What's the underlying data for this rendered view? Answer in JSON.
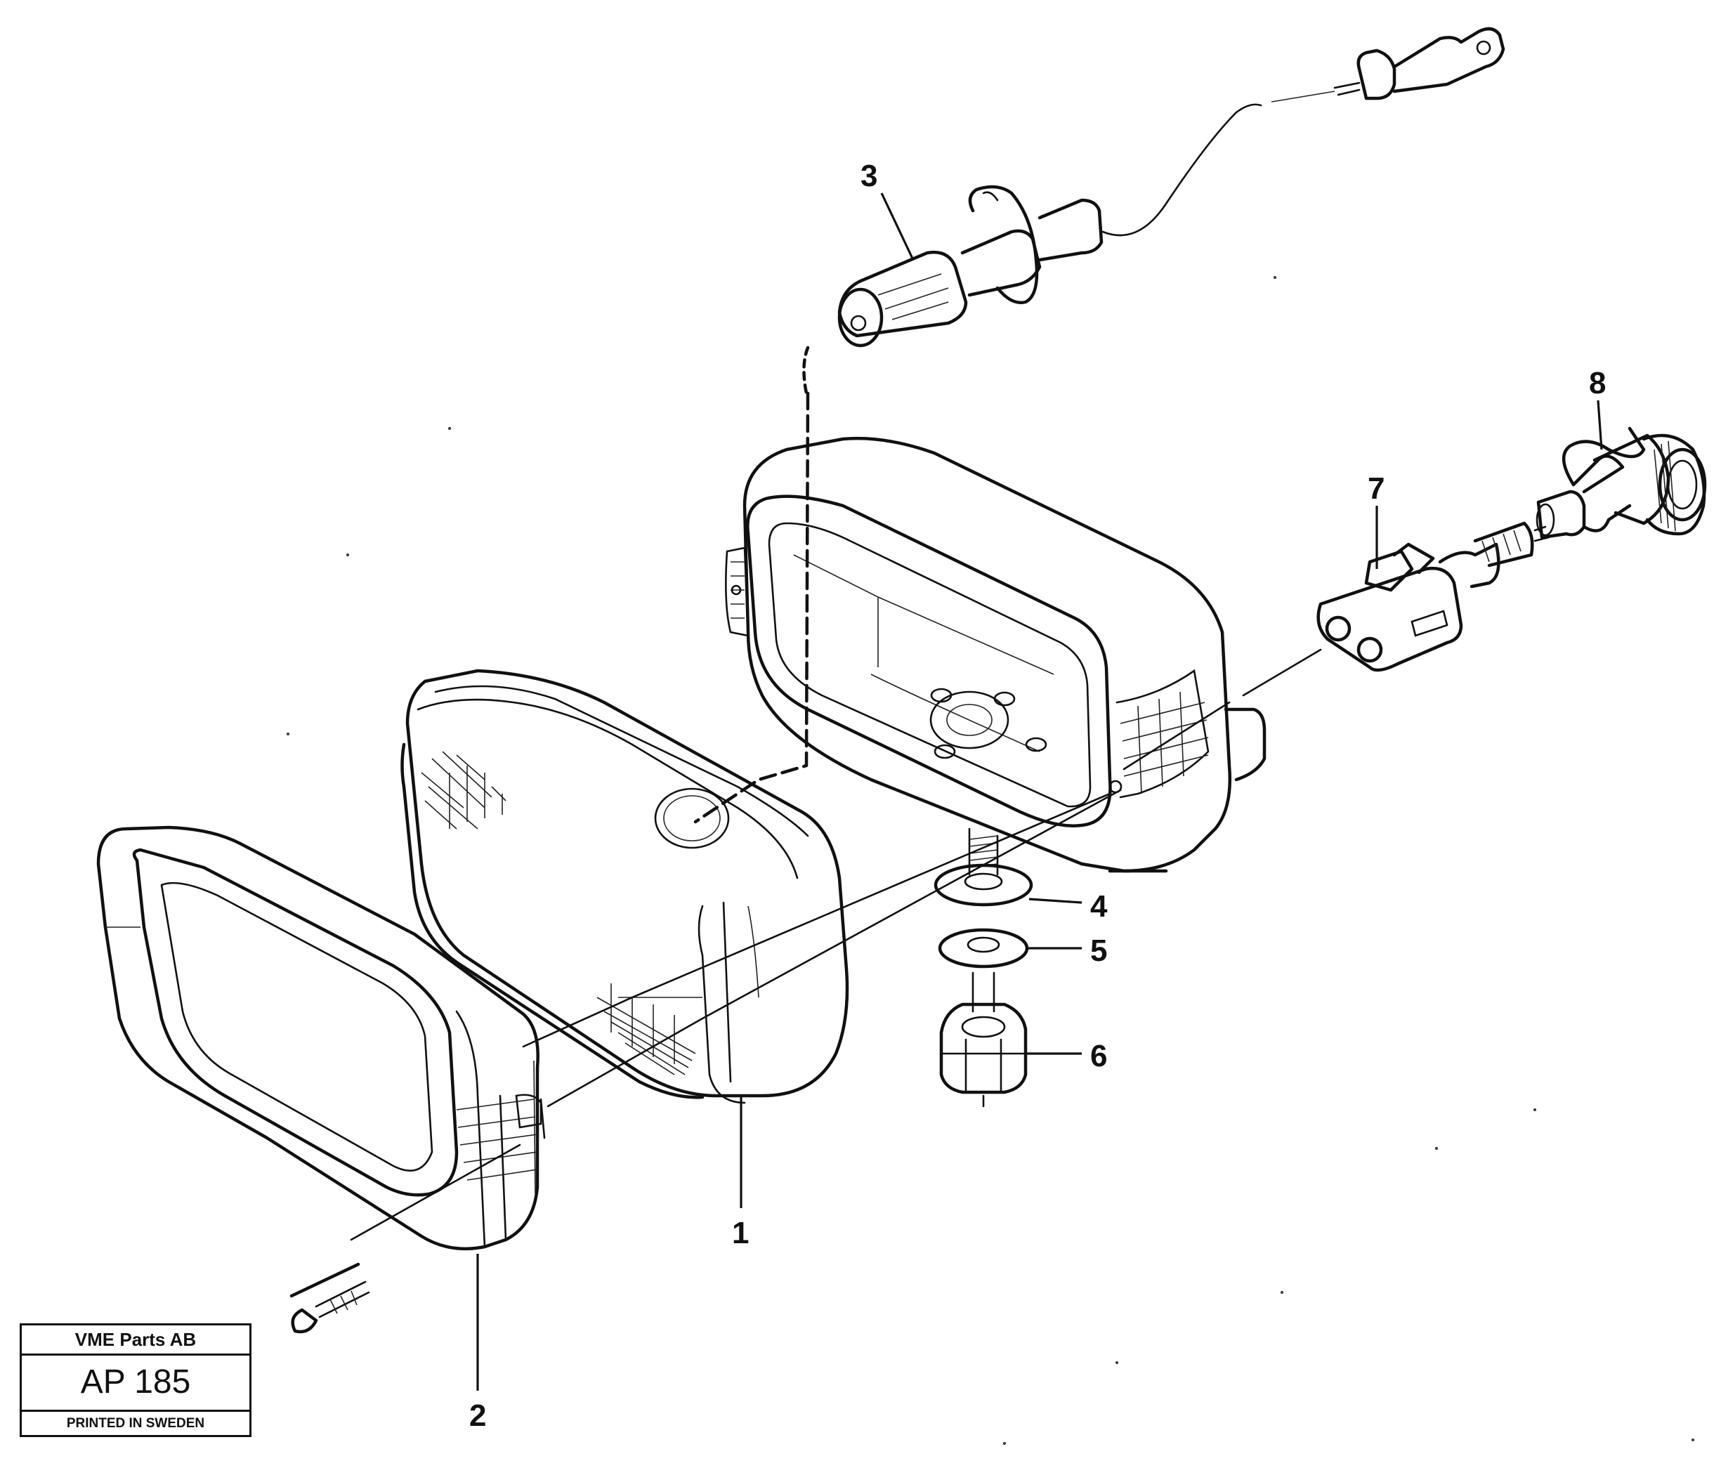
{
  "figure": {
    "callouts": [
      "1",
      "2",
      "3",
      "4",
      "5",
      "6",
      "7",
      "8"
    ]
  },
  "title_block": {
    "company": "VME Parts AB",
    "code": "AP 185",
    "note": "PRINTED IN SWEDEN"
  }
}
